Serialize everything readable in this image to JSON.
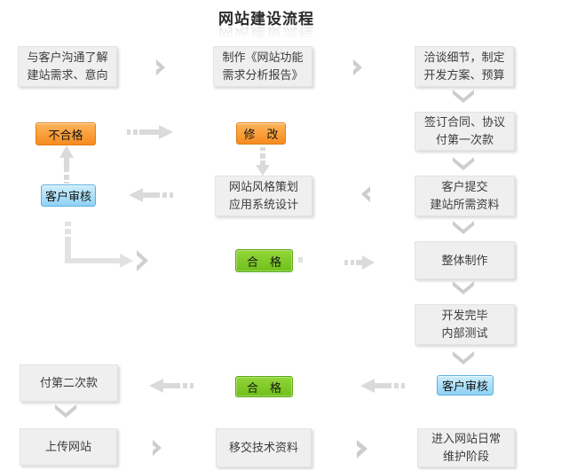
{
  "title": "网站建设流程",
  "colors": {
    "background": "#ffffff",
    "box_bg": "#efefef",
    "box_border": "#e3e3e3",
    "orange_button": "#f68b1f",
    "blue_button": "#8fd2f5",
    "green_button": "#6fc01a",
    "arrow_gray": "#d4d4d4",
    "text": "#3c3c3c"
  },
  "nodes": {
    "communicate": {
      "label": "与客户沟通了解\n建站需求、意向",
      "type": "box"
    },
    "report": {
      "label": "制作《网站功能\n需求分析报告》",
      "type": "box"
    },
    "negotiate": {
      "label": "洽谈细节，制定\n开发方案、预算",
      "type": "box"
    },
    "unqualified": {
      "label": "不合格",
      "type": "orange-button"
    },
    "modify": {
      "label": "修　改",
      "type": "orange-button"
    },
    "contract": {
      "label": "签订合同、协议\n付第一次款",
      "type": "box"
    },
    "client_review_1": {
      "label": "客户审核",
      "type": "blue-button"
    },
    "style_design": {
      "label": "网站风格策划\n应用系统设计",
      "type": "box"
    },
    "client_submit": {
      "label": "客户提交\n建站所需资料",
      "type": "box"
    },
    "qualified_1": {
      "label": "合　格",
      "type": "green-button"
    },
    "whole_production": {
      "label": "整体制作",
      "type": "box"
    },
    "dev_complete": {
      "label": "开发完毕\n内部测试",
      "type": "box"
    },
    "second_payment": {
      "label": "付第二次款",
      "type": "box"
    },
    "qualified_2": {
      "label": "合　格",
      "type": "green-button"
    },
    "client_review_2": {
      "label": "客户审核",
      "type": "blue-button"
    },
    "upload": {
      "label": "上传网站",
      "type": "box"
    },
    "handover": {
      "label": "移交技术资料",
      "type": "box"
    },
    "maintenance": {
      "label": "进入网站日常\n维护阶段",
      "type": "box"
    }
  },
  "edges": [
    {
      "from": "communicate",
      "to": "report",
      "style": "chevron"
    },
    {
      "from": "report",
      "to": "negotiate",
      "style": "chevron"
    },
    {
      "from": "negotiate",
      "to": "contract",
      "style": "chevron"
    },
    {
      "from": "contract",
      "to": "client_submit",
      "style": "chevron"
    },
    {
      "from": "client_submit",
      "to": "style_design",
      "style": "chevron"
    },
    {
      "from": "client_submit",
      "to": "whole_production",
      "style": "chevron"
    },
    {
      "from": "whole_production",
      "to": "dev_complete",
      "style": "chevron"
    },
    {
      "from": "dev_complete",
      "to": "client_review_2",
      "style": "chevron"
    },
    {
      "from": "client_review_1",
      "to": "unqualified",
      "style": "dashed"
    },
    {
      "from": "unqualified",
      "to": "modify",
      "style": "dashed"
    },
    {
      "from": "modify",
      "to": "style_design",
      "style": "dashed"
    },
    {
      "from": "style_design",
      "to": "client_review_1",
      "style": "dashed"
    },
    {
      "from": "client_review_1",
      "to": "qualified_1",
      "style": "elbow"
    },
    {
      "from": "qualified_1",
      "to": "whole_production",
      "style": "dashed"
    },
    {
      "from": "client_review_2",
      "to": "qualified_2",
      "style": "dashed"
    },
    {
      "from": "qualified_2",
      "to": "second_payment",
      "style": "dashed"
    },
    {
      "from": "second_payment",
      "to": "upload",
      "style": "chevron"
    },
    {
      "from": "upload",
      "to": "handover",
      "style": "chevron"
    },
    {
      "from": "handover",
      "to": "maintenance",
      "style": "chevron"
    }
  ]
}
